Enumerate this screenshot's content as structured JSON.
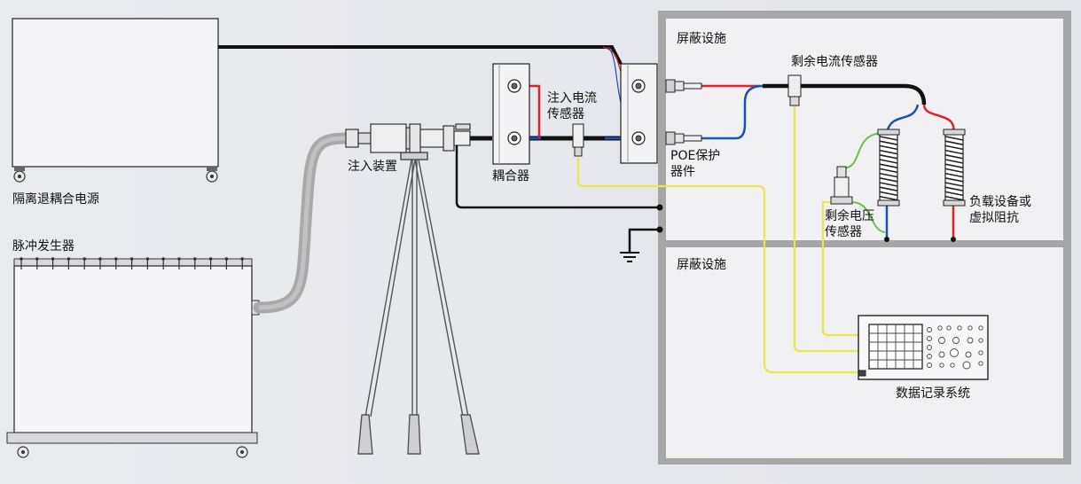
{
  "labels": {
    "isolation_power": "隔离退耦合电源",
    "pulse_generator": "脉冲发生器",
    "injection_device": "注入装置",
    "coupler": "耦合器",
    "injection_current_sensor_l1": "注入电流",
    "injection_current_sensor_l2": "传感器",
    "poe_protector_l1": "POE保护",
    "poe_protector_l2": "器件",
    "shield_top": "屏蔽设施",
    "shield_bottom": "屏蔽设施",
    "residual_current_sensor": "剩余电流传感器",
    "residual_voltage_sensor_l1": "剩余电压",
    "residual_voltage_sensor_l2": "传感器",
    "load_l1": "负载设备或",
    "load_l2": "虚拟阻抗",
    "data_recorder": "数据记录系统"
  },
  "colors": {
    "background": "#e6e7eb",
    "shield_wall": "#a6a6a6",
    "cable_black": "#111111",
    "wire_red": "#e0202a",
    "wire_blue": "#1f4fb0",
    "wire_yellow": "#ece64a",
    "wire_green": "#6fbf4a",
    "hose_gray": "#a9a9a9"
  }
}
